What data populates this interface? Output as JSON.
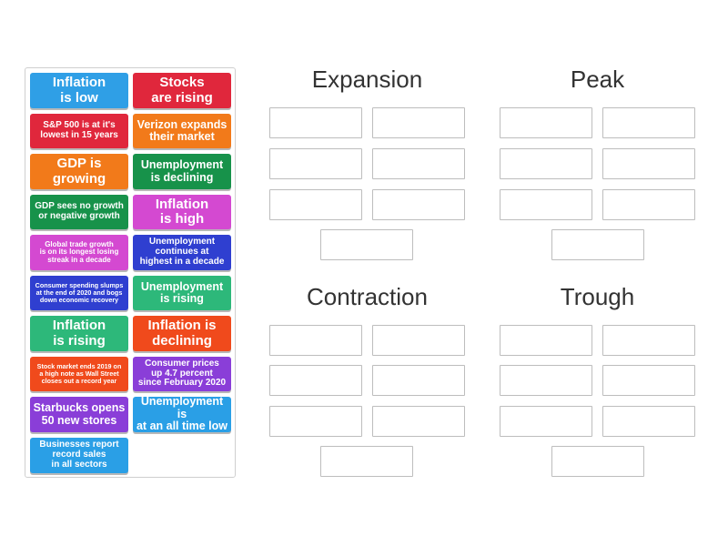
{
  "tiles": [
    {
      "label": "Inflation\nis low",
      "color": "#2f9fe6"
    },
    {
      "label": "Stocks\nare rising",
      "color": "#e0273c"
    },
    {
      "label": "S&P 500 is at it's\nlowest in 15 years",
      "color": "#e0273c"
    },
    {
      "label": "Verizon expands\ntheir market",
      "color": "#f27a1a"
    },
    {
      "label": "GDP is\ngrowing",
      "color": "#f27a1a"
    },
    {
      "label": "Unemployment\nis declining",
      "color": "#17924a"
    },
    {
      "label": "GDP sees no growth\nor negative growth",
      "color": "#17924a"
    },
    {
      "label": "Inflation\nis high",
      "color": "#d449d1"
    },
    {
      "label": "Global trade growth\nis on its longest losing\nstreak in a decade",
      "color": "#d449d1"
    },
    {
      "label": "Unemployment\ncontinues at\nhighest in a decade",
      "color": "#2f3fd0"
    },
    {
      "label": "Consumer spending slumps\nat the end of 2020 and bogs\ndown economic recovery",
      "color": "#2f3fd0"
    },
    {
      "label": "Unemployment\nis rising",
      "color": "#2db87a"
    },
    {
      "label": "Inflation\nis rising",
      "color": "#2db87a"
    },
    {
      "label": "Inflation is\ndeclining",
      "color": "#f04a1c"
    },
    {
      "label": "Stock market ends 2019 on\na high note as Wall Street\ncloses out a record year",
      "color": "#f04a1c"
    },
    {
      "label": "Consumer prices\nup 4.7 percent\nsince February 2020",
      "color": "#8a3ed8"
    },
    {
      "label": "Starbucks opens\n50 new stores",
      "color": "#8a3ed8"
    },
    {
      "label": "Unemployment is\nat an all time low",
      "color": "#2a9fe6"
    },
    {
      "label": "Businesses report\nrecord sales\nin all sectors",
      "color": "#2a9fe6"
    }
  ],
  "groups": [
    {
      "title": "Expansion"
    },
    {
      "title": "Peak"
    },
    {
      "title": "Contraction"
    },
    {
      "title": "Trough"
    }
  ]
}
